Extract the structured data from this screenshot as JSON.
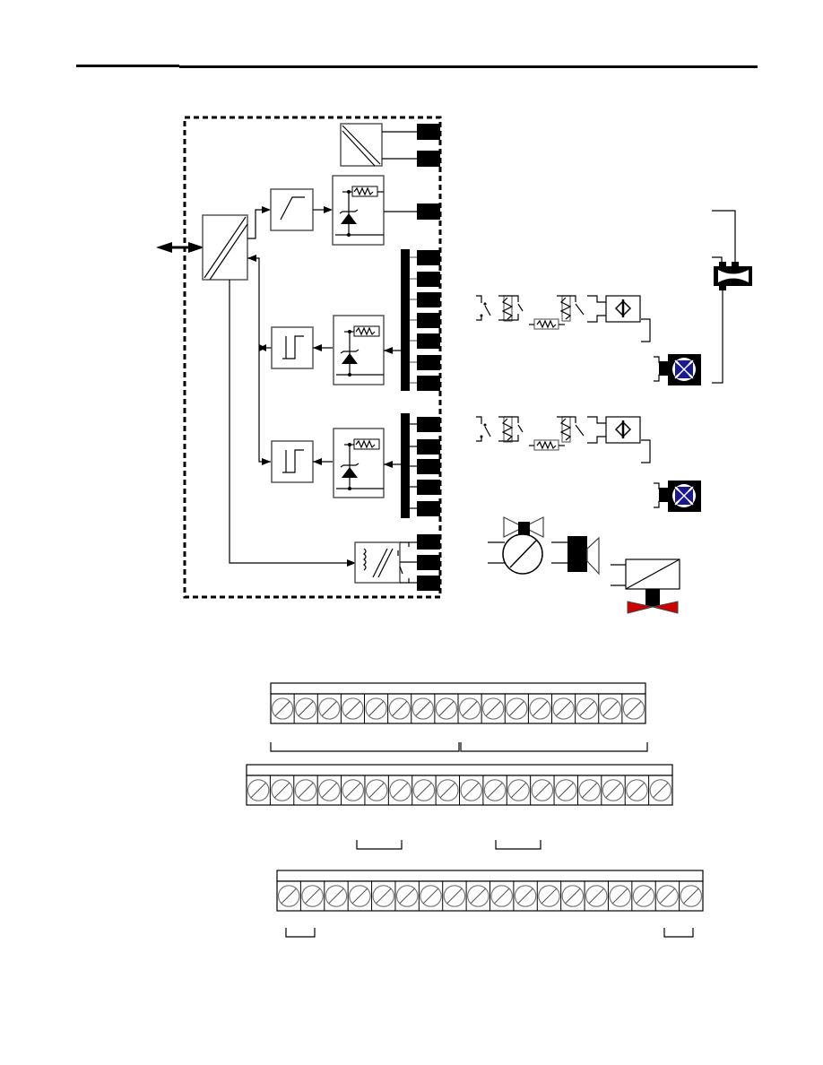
{
  "page": {
    "title": "",
    "header_rule": true
  },
  "diagram": {
    "module_boundary": "dashed",
    "bus_arrow": "bidirectional",
    "blocks": [
      {
        "id": "dc-dc-converter",
        "symbol": "converter"
      },
      {
        "id": "interface-converter",
        "symbol": "converter"
      },
      {
        "id": "ramp-block",
        "symbol": "ramp"
      },
      {
        "id": "analog-output-stage",
        "symbol": "zener-resistor"
      },
      {
        "id": "trigger-1",
        "symbol": "schmitt-trigger"
      },
      {
        "id": "input-stage-1",
        "symbol": "zener-resistor"
      },
      {
        "id": "trigger-2",
        "symbol": "schmitt-trigger"
      },
      {
        "id": "input-stage-2",
        "symbol": "zener-resistor"
      },
      {
        "id": "relay-output",
        "symbol": "relay"
      }
    ],
    "terminal_groups": [
      {
        "id": "power-terminals",
        "count": 2
      },
      {
        "id": "analog-out-terminal",
        "count": 1
      },
      {
        "id": "input-1-terminals",
        "count": 7
      },
      {
        "id": "input-2-terminals",
        "count": 5
      },
      {
        "id": "relay-terminals",
        "count": 3
      }
    ],
    "field_devices": [
      {
        "id": "contact-switch-1",
        "symbol": "switch"
      },
      {
        "id": "contact-switch-2",
        "symbol": "switch"
      },
      {
        "id": "flow-sensor",
        "symbol": "venturi"
      },
      {
        "id": "fan-1",
        "symbol": "fan"
      },
      {
        "id": "fan-2",
        "symbol": "fan"
      },
      {
        "id": "valve-actuator",
        "symbol": "valve"
      },
      {
        "id": "horn",
        "symbol": "speaker"
      },
      {
        "id": "solenoid-valve",
        "symbol": "solenoid-valve"
      }
    ],
    "colors": {
      "line": "#000000",
      "fan_blade": "#1a1a8c",
      "valve_red": "#cc0000",
      "box_border": "#555555"
    }
  },
  "terminal_strips": [
    {
      "id": "strip-1",
      "screws": 16,
      "brackets": 2
    },
    {
      "id": "strip-2",
      "screws": 18,
      "brackets": 2
    },
    {
      "id": "strip-3",
      "screws": 18,
      "brackets": 2
    }
  ]
}
